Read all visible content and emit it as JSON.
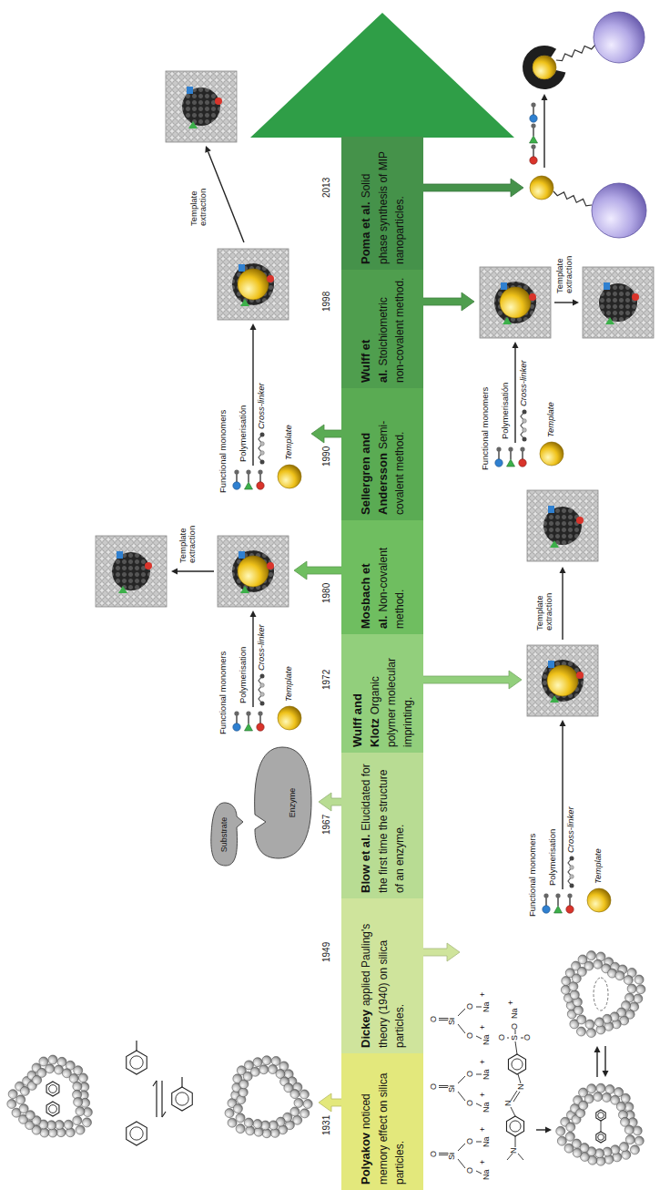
{
  "diagram": {
    "nodes": [
      {
        "text": [
          "Polyakov",
          "noticed memory effect on silica particles."
        ]
      },
      {
        "text": [
          "Dickey",
          "applied Pauling's theory (1940) on silica particles."
        ]
      },
      {
        "text": [
          "Blow et al.",
          "Elucidated for the first time the structure of an enzyme."
        ]
      },
      {
        "text": [
          "Wulff and Klotz",
          "Organic polymer molecular imprinting."
        ]
      },
      {
        "text": [
          "Mosbach et al.",
          "Non-covalent method."
        ]
      },
      {
        "text": [
          "Sellergren and Andersson",
          "Semi-covalent method."
        ]
      },
      {
        "text": [
          "Wulff et al.",
          "Stoichiometric non-covalent method."
        ]
      },
      {
        "text": [
          "Poma et al.",
          "Solid phase synthesis of MIP nanoparticles."
        ]
      },
      {
        "text": [
          "Substrate"
        ]
      },
      {
        "text": [
          "Enzyme"
        ]
      }
    ],
    "labels": [
      "1931",
      "1949",
      "1967",
      "1972",
      "1980",
      "1990",
      "1998",
      "2013",
      "O",
      "Si",
      "O",
      "Na",
      "+",
      "O",
      "Na",
      "+",
      "O",
      "Si",
      "O",
      "Na",
      "+",
      "O",
      "Na",
      "+",
      "O",
      "Si",
      "O",
      "Na",
      "+",
      "O",
      "Na",
      "+",
      "N",
      "N",
      "N",
      "S",
      "O",
      "O",
      "O",
      "Na",
      "+",
      "Functional monomers",
      "Polymerisation",
      "Cross-linker",
      "Template",
      "Template extraction",
      "Functional monomers",
      "Polymerisation",
      "Cross-linker",
      "Template",
      "Template extraction",
      "Functional monomers",
      "Polymerisatión",
      "Cross-linker",
      "Template",
      "Template extraction",
      "Functional monomers",
      "Polymerisatión",
      "Cross-linker",
      "Template",
      "Template extraction"
    ]
  }
}
